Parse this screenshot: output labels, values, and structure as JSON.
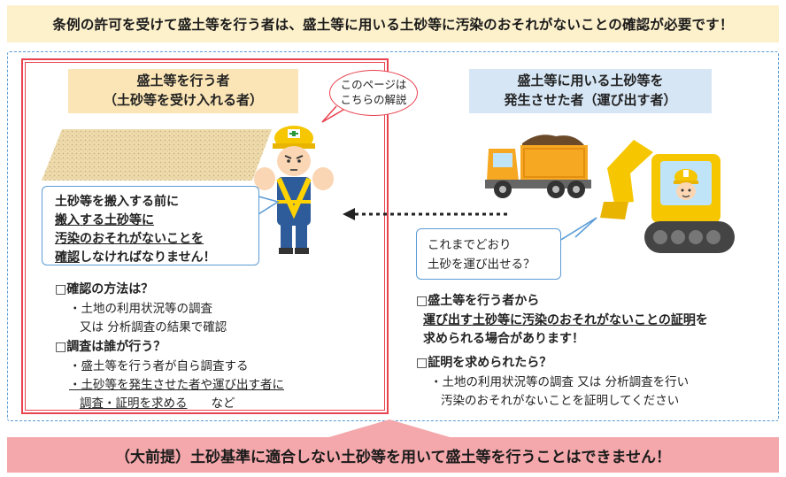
{
  "top_banner": "条例の許可を受けて盛土等を行う者は、盛土等に用いる土砂等に汚染のおそれがないことの確認が必要です！",
  "left_label": {
    "line1": "盛土等を行う者",
    "line2": "（土砂等を受け入れる者）"
  },
  "right_label": {
    "line1": "盛土等に用いる土砂等を",
    "line2": "発生させた者（運び出す者）"
  },
  "small_bubble": {
    "line1": "このページは",
    "line2": "こちらの解説"
  },
  "left_callout": {
    "line1": "土砂等を搬入する前に",
    "line2": "搬入する土砂等に",
    "line3": "汚染のおそれがないことを",
    "line4a": "確認",
    "line4b": "しなければなりません！"
  },
  "right_callout": {
    "line1": "これまでどおり",
    "line2": "土砂を運び出せる？"
  },
  "left_section_1": {
    "heading": "□確認の方法は？",
    "item1": "・土地の利用状況等の調査",
    "item2": "又は 分析調査の結果で確認"
  },
  "left_section_2": {
    "heading": "□調査は誰が行う？",
    "item1": "・盛土等を行う者が自ら調査する",
    "item2": "・土砂等を発生させた者や運び出す者に",
    "item3a": "調査・証明を求める",
    "item3b": "など"
  },
  "right_section_1": {
    "heading": "□盛土等を行う者から",
    "line2": "運び出す土砂等に汚染のおそれがないことの証明",
    "line2b": "を",
    "line3": "求められる場合があります！"
  },
  "right_section_2": {
    "heading": "□証明を求められたら？",
    "item1": "・土地の利用状況等の調査 又は 分析調査を行い",
    "item2": "汚染のおそれがないことを証明してください"
  },
  "bottom_banner": "（大前提）土砂基準に適合しない土砂等を用いて盛土等を行うことはできません！",
  "colors": {
    "red": "#e8434f",
    "blue": "#5b9bd5",
    "yellow": "#fdf1cc",
    "pink": "#f4a8ab"
  },
  "icons": [
    "soil-field-illustration",
    "worker-stop-illustration",
    "dump-truck-illustration",
    "excavator-illustration",
    "dotted-arrow-left"
  ]
}
